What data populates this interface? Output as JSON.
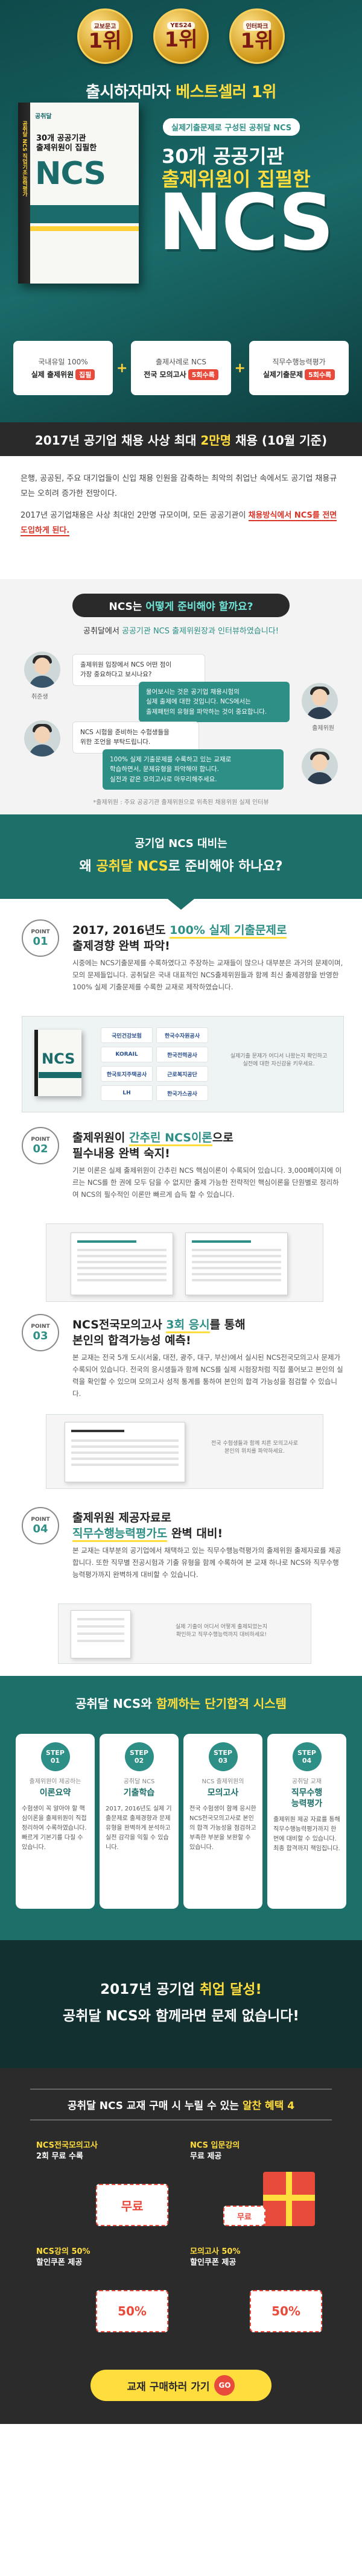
{
  "hero": {
    "medals": [
      {
        "store": "교보문고",
        "rank": "1위"
      },
      {
        "store": "YES24",
        "rank": "1위"
      },
      {
        "store": "인터파크",
        "rank": "1위"
      }
    ],
    "headline_pre": "출시하자마자 ",
    "headline_hl": "베스트셀러 1위",
    "sub_pill": "실제기출문제로 구성된 공취달 NCS",
    "title_line1": "30개 공공기관",
    "title_line2": "출제위원이 집필한",
    "ncs": "NCS",
    "book": {
      "brand": "공취달",
      "spine": "공취달 NCS 직업기초능력평가",
      "cover_title": "30개 공공기관\n출제위원이 집필한",
      "cover_ncs": "NCS"
    },
    "features": [
      {
        "l1": "국내유일 100%",
        "l2": "실제 출제위원",
        "badge": "집필"
      },
      {
        "l1": "출제사례로 NCS",
        "l2": "전국 모의고사",
        "badge": "5회수록"
      },
      {
        "l1": "직무수행능력평가",
        "l2": "실제기출문제",
        "badge": "5회수록"
      }
    ],
    "plus": "+"
  },
  "news": {
    "bar_pre": "2017년 공기업 채용 사상 최대 ",
    "bar_hl": "2만명",
    "bar_post": " 채용 (10월 기준)",
    "p1": "은행, 공공된, 주요 대기업들이 신입 채용 인원을 감축하는 최악의 취업난 속에서도 공기업 채용규모는 오히려 증가한 전망이다.",
    "p2_pre": "2017년 공기업채용은 사상 최대인 2만명 규모이며, 모든 공공기관이 ",
    "p2_hl": "채용방식에서 NCS를 전면 도입하게 된다."
  },
  "qsec": {
    "pill_pre": "NCS는 ",
    "pill_hl": "어떻게 준비해야 할까요?",
    "sub_pre": "공취달에서 ",
    "sub_hl": "공공기관 NCS 출제위원장과 인터뷰하였습니다!",
    "asker_label": "취준생",
    "expert_label": "출제위원",
    "bubbles": [
      "출제위원 입장에서 NCS 어떤 점이\n가장 중요하다고 보시나요?",
      "물어보시는 것은 공기업 채용시험의\n실제 출제에 대한 것입니다. NCS에서는\n출제패턴의 유형을 파악하는 것이 중요합니다.",
      "NCS 시험을 준비하는 수험생들을\n위한 조언을 부탁드립니다.",
      "100% 실제 기출문제를 수록하고 있는 교재로\n학습하면서, 문제유형을 파악해야 합니다.\n실전과 같은 모의고사로 마무리해주세요."
    ],
    "note": "*출제위원 : 주요 공공기관 출제위원으로 위촉된 채용위원 실제 인터뷰"
  },
  "why": {
    "l1": "공기업 NCS 대비는",
    "l2_pre": "왜 ",
    "l2_hl": "공취달 NCS",
    "l2_post": "로 준비해야 하나요?"
  },
  "points": [
    {
      "label": "POINT",
      "num": "01",
      "title_pre": "2017, 2016년도 ",
      "title_hl": "100% 실제 기출문제로",
      "title_post": "\n출제경향 완벽 파악!",
      "desc": "시중에는 NCS기출문제를 수록하였다고 주장하는 교재들이 많으나 대부분은 과거의 문제이며, 모의 문제들입니다. 공취달은 국내 대표적인 NCS출제위원들과 함께 최신 출제경향을 반영한 100% 실제 기출문제를 수록한 교재로 제작하였습니다.",
      "logos": [
        "국민건강보험",
        "한국수자원공사",
        "KORAIL",
        "한국전력공사",
        "한국토지주택공사",
        "근로복지공단",
        "LH",
        "한국가스공사"
      ],
      "caption": "실제기출 문제가 어디서 나왔는지 확인하고\n실전에 대한 자신감을 키우세요."
    },
    {
      "label": "POINT",
      "num": "02",
      "title_pre": "출제위원이 ",
      "title_hl": "간추린 NCS이론",
      "title_post": "으로\n필수내용 완벽 숙지!",
      "desc": "기본 이론은 실제 출제위원이 간추린 NCS 핵심이론이 수록되어 있습니다. 3,000페이지에 이르는 NCS를 한 권에 모두 담을 수 없지만 출제 가능한 전략적인 핵심이론을 단원별로 정리하여 NCS의 필수적인 이론만 빠르게 습득 할 수 있습니다."
    },
    {
      "label": "POINT",
      "num": "03",
      "title_pre": "NCS전국모의고사 ",
      "title_hl": "3회 응시",
      "title_post": "를 통해\n본인의 합격가능성 예측!",
      "desc": "본 교재는 전국 5개 도시(서울, 대전, 광주, 대구, 부산)에서 실시된 NCS전국모의고사 문제가 수록되어 있습니다. 전국의 응시생들과 함께 NCS를 실제 시험장처럼 직접 풀어보고 본인의 실력을 확인할 수 있으며 모의고사 성적 통계를 통하여 본인의 합격 가능성을 점검할 수 있습니다.",
      "caption": "전국 수험생들과 함께 치른 모의고사로\n본인의 위치를 파악하세요."
    },
    {
      "label": "POINT",
      "num": "04",
      "title_pre": "출제위원 제공자료로\n",
      "title_hl": "직무수행능력평가도",
      "title_post": " 완벽 대비!",
      "desc": "본 교재는 대부분의 공기업에서 채택하고 있는 직무수행능력평가의 출제위원 출제자료를 제공합니다. 또한 직무별 전공시험과 기출 유형을 함께 수록하여 본 교재 하나로 NCS와 직무수행능력평가까지 완벽하게 대비할 수 있습니다.",
      "caption": "실제 기출이 어디서 어떻게 출제되었는지\n확인하고 직무수행능력까지 대비하세요!"
    }
  ],
  "system": {
    "head_pre": "공취달 NCS와 ",
    "head_hl": "함께하는 단기합격 시스템",
    "steps": [
      {
        "circle": "STEP 01",
        "sub": "출제위원이 제공하는",
        "title": "이론요약",
        "desc": "수험생이 꼭 알아야 할 핵심이론을 출제위원이 직접 정리하여 수록하였습니다. 빠르게 기본기를 다질 수 있습니다."
      },
      {
        "circle": "STEP 02",
        "sub": "공취달 NCS",
        "title": "기출학습",
        "desc": "2017, 2016년도 실제 기출문제로 출제경향과 문제유형을 완벽하게 분석하고 실전 감각을 익힐 수 있습니다."
      },
      {
        "circle": "STEP 03",
        "sub": "NCS 출제위원의",
        "title": "모의고사",
        "desc": "전국 수험생이 함께 응시한 NCS전국모의고사로 본인의 합격 가능성을 점검하고 부족한 부분을 보완할 수 있습니다."
      },
      {
        "circle": "STEP 04",
        "sub": "공취달 교재",
        "title": "직무수행\n능력평가",
        "desc": "출제위원 제공 자료를 통해 직무수행능력평가까지 한 번에 대비할 수 있습니다. 최종 합격까지 책임집니다."
      }
    ]
  },
  "goal": {
    "l1_pre": "2017년 공기업 ",
    "l1_hl": "취업 달성!",
    "l2": "공취달 NCS와 함께라면 문제 없습니다!"
  },
  "benefit": {
    "head_pre": "공취달 NCS 교재 구매 시 누릴 수 있는 ",
    "head_hl": "알찬 혜택 4",
    "cards": [
      {
        "lbl1": "NCS전국모의고사",
        "lbl2": "2회 무료 수록",
        "visual": "무료"
      },
      {
        "lbl1": "NCS 입문강의",
        "lbl2": "무료 제공",
        "visual": "무료"
      },
      {
        "lbl1": "NCS강의 50%",
        "lbl2": "할인쿠폰 제공",
        "visual": "50%"
      },
      {
        "lbl1": "모의고사 50%",
        "lbl2": "할인쿠폰 제공",
        "visual": "50%"
      }
    ],
    "cta": "교재 구매하러 가기",
    "cta_go": "GO"
  }
}
